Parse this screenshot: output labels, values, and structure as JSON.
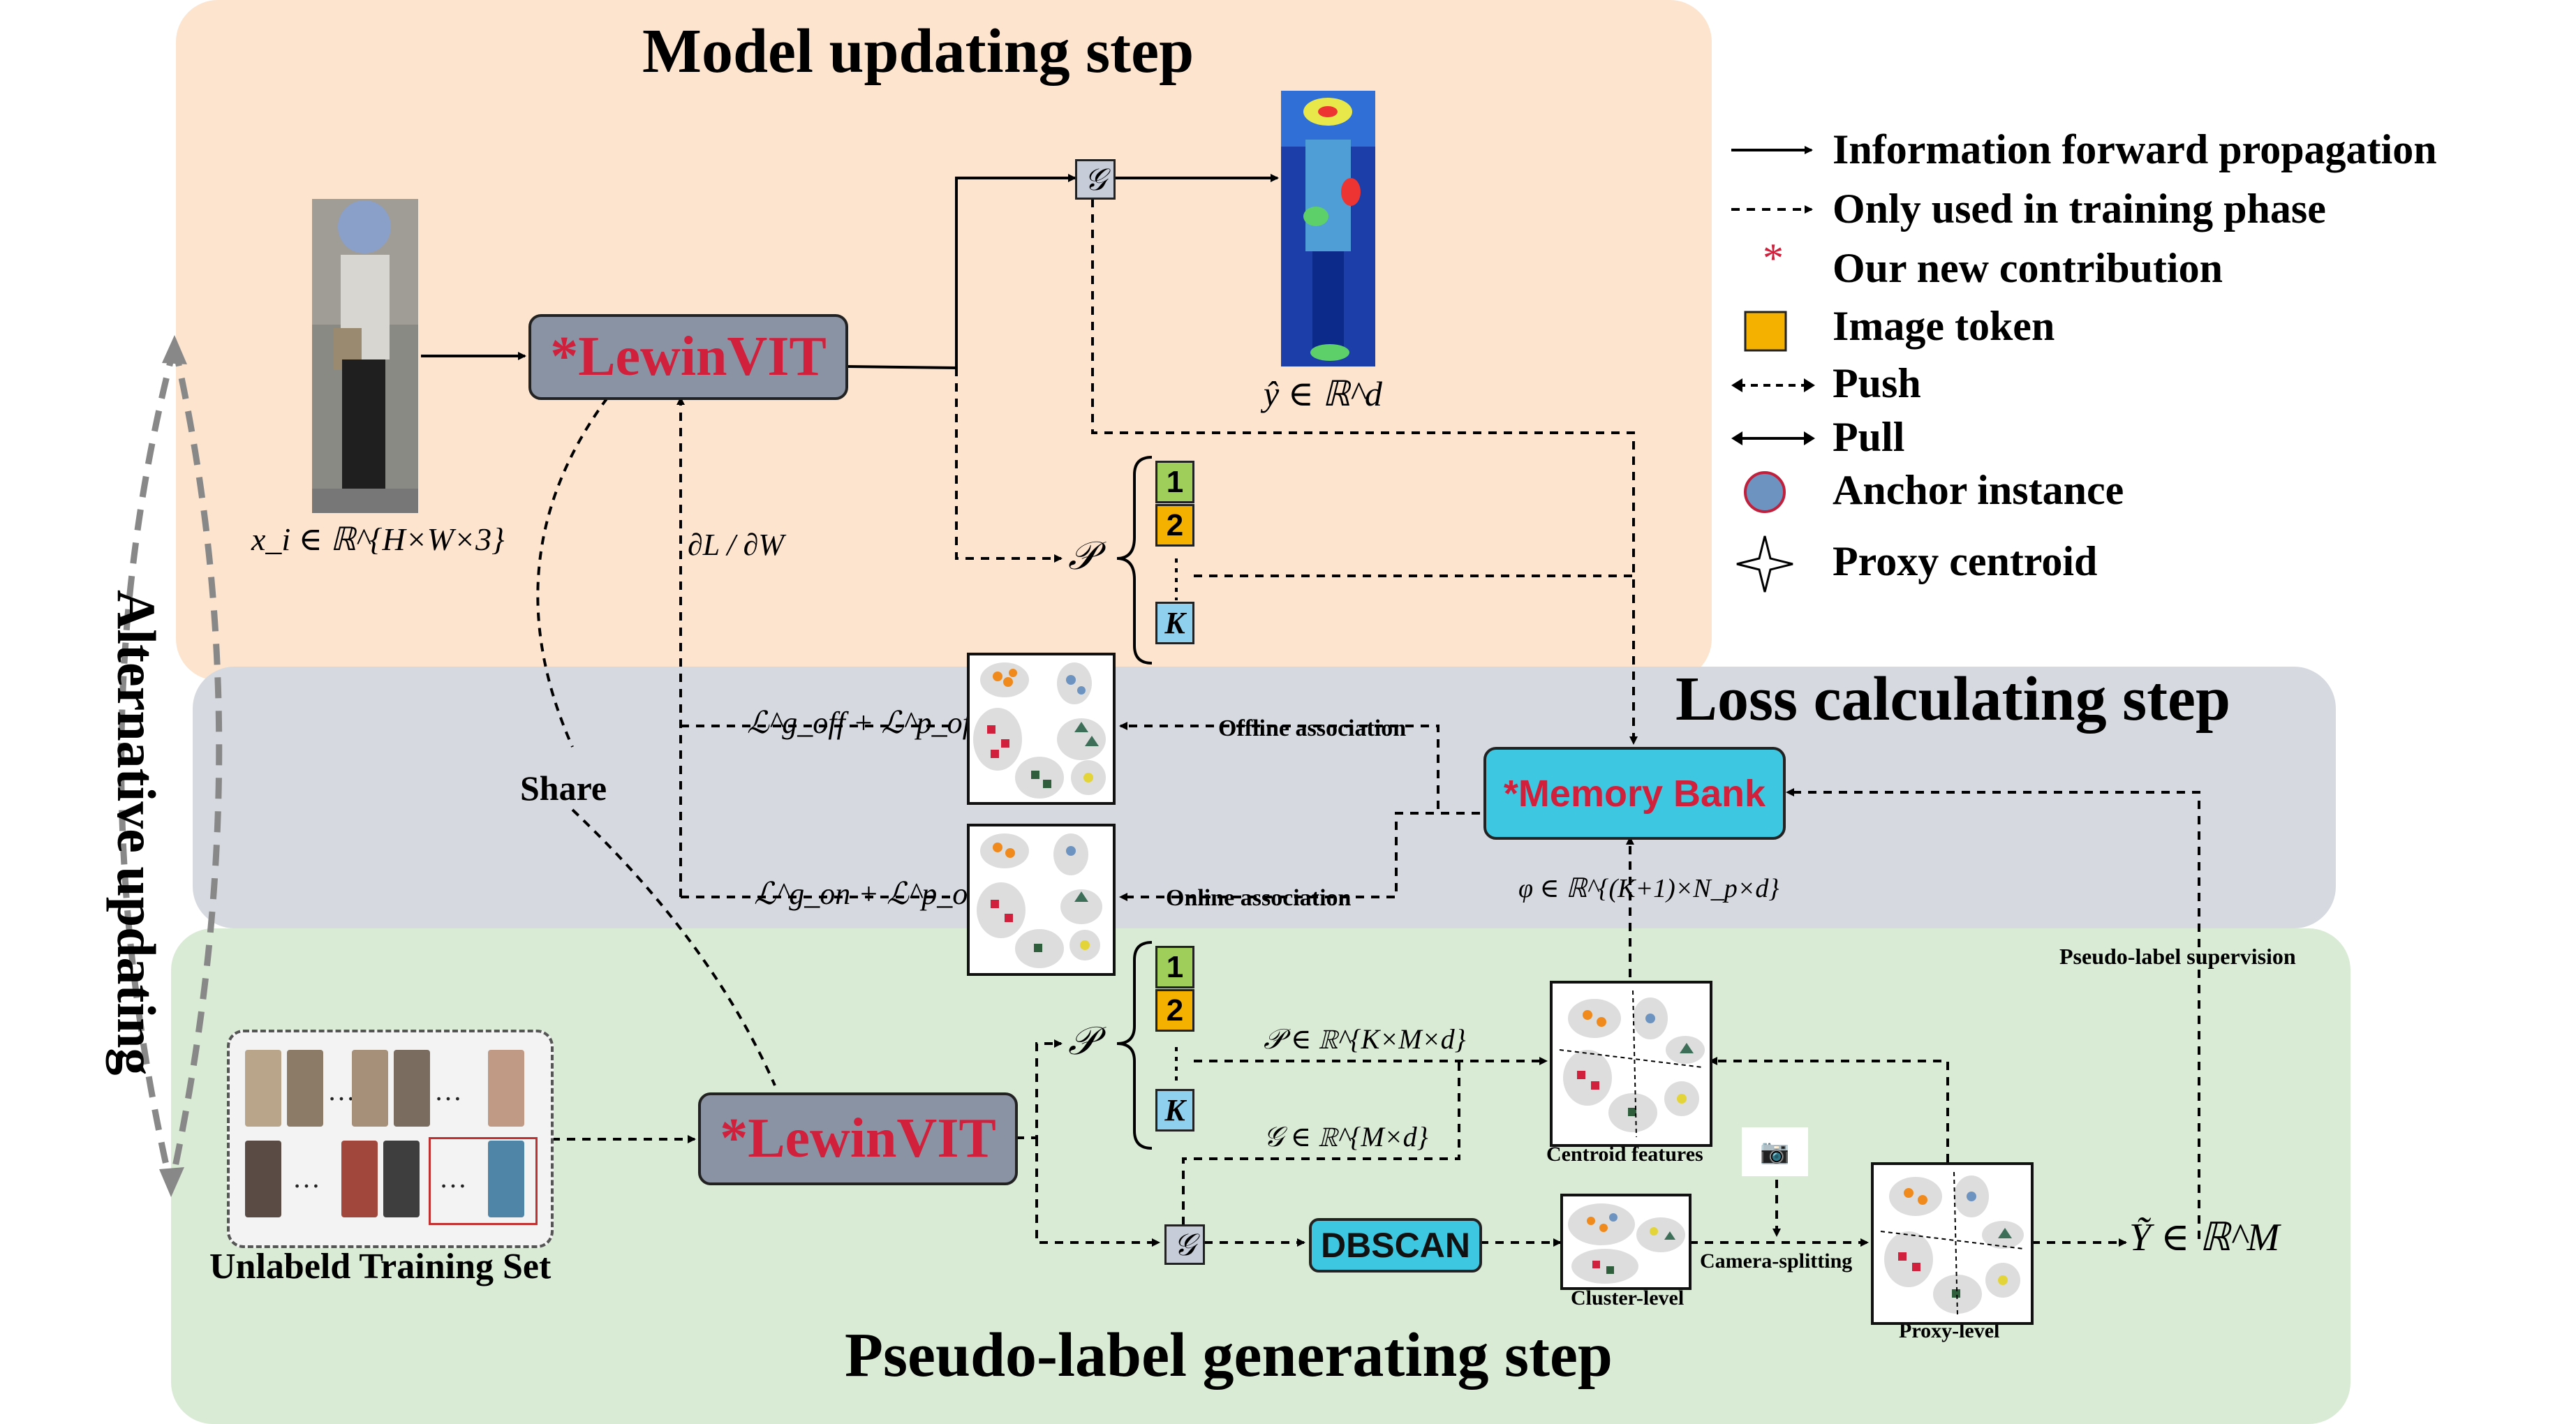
{
  "titles": {
    "model_updating": "Model updating step",
    "loss_calculating": "Loss calculating step",
    "pseudo_label": "Pseudo-label generating step",
    "alternative": "Alternative updating"
  },
  "modules": {
    "lewin_top": "*LewinVIT",
    "lewin_bottom": "*LewinVIT",
    "memory_bank": "*Memory Bank",
    "dbscan": "DBSCAN",
    "g_symbol": "𝒢",
    "p_symbol": "𝒫"
  },
  "tokens": {
    "t1": "1",
    "t2": "2",
    "tk": "K"
  },
  "labels": {
    "x_input": "x_i ∈ ℝ^{H×W×3}",
    "y_hat": "ŷ ∈ ℝ^d",
    "grad": "∂L / ∂W",
    "share": "Share",
    "loss_off": "ℒ^g_off + ℒ^p_off",
    "loss_on": "ℒ^g_on + ℒ^p_on",
    "offline_assoc": "Offline association",
    "online_assoc": "Online association",
    "phi": "φ ∈ ℝ^{(K+1)×N_p×d}",
    "p_dims": "𝒫 ∈ ℝ^{K×M×d}",
    "g_dims": "𝒢 ∈ ℝ^{M×d}",
    "pseudo_sup": "Pseudo-label supervision",
    "centroid_features": "Centroid features",
    "cluster_level": "Cluster-level",
    "camera_splitting": "Camera-splitting",
    "proxy_level": "Proxy-level",
    "y_tilde": "Ỹ ∈ ℝ^M",
    "unlabeled_set": "Unlabeld Training Set",
    "ellipsis": "…"
  },
  "legend": [
    {
      "icon": "solid-arrow-icon",
      "label": "Information forward propagation"
    },
    {
      "icon": "dashed-arrow-icon",
      "label": "Only used in training phase"
    },
    {
      "icon": "asterisk-icon",
      "label": "Our new contribution"
    },
    {
      "icon": "image-token-icon",
      "label": "Image token"
    },
    {
      "icon": "push-arrow-icon",
      "label": "Push"
    },
    {
      "icon": "pull-arrow-icon",
      "label": "Pull"
    },
    {
      "icon": "anchor-instance-icon",
      "label": "Anchor instance"
    },
    {
      "icon": "proxy-centroid-icon",
      "label": "Proxy centroid"
    }
  ],
  "colors": {
    "model_bg": "#fce4cf",
    "loss_bg": "#d6dae0",
    "pseudo_bg": "#d9ead5",
    "module": "#8a93a3",
    "accent_red": "#d0203c",
    "cyan": "#3ec7e0",
    "token_green": "#9fcf5a",
    "token_orange": "#f5b100",
    "token_blue": "#8fd0ee"
  }
}
